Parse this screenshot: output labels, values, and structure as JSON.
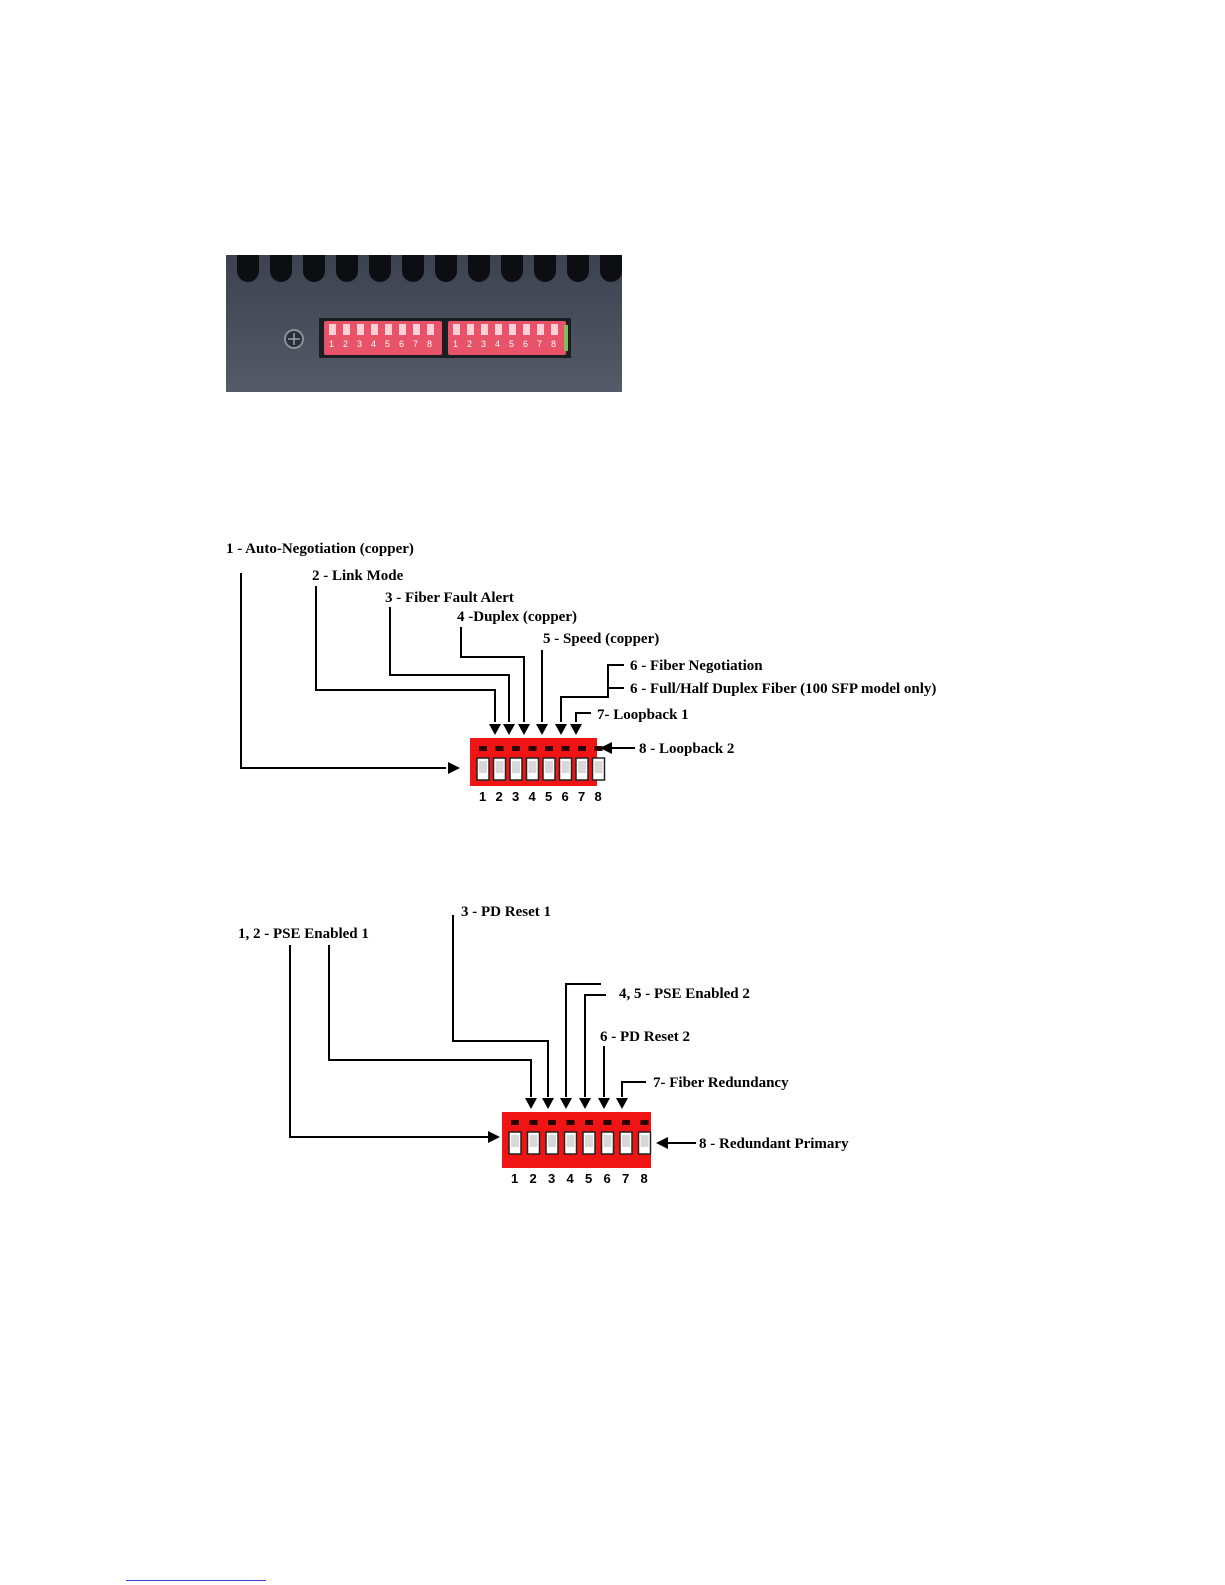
{
  "colors": {
    "switch_body": "#f01414",
    "photo_switch": "#e8536a",
    "panel": "#4a4f5e",
    "line": "#000000"
  },
  "photo": {
    "alt_icon": "screw-icon",
    "dip_bank_1_numbers": [
      "1",
      "2",
      "3",
      "4",
      "5",
      "6",
      "7",
      "8"
    ],
    "dip_bank_2_numbers": [
      "1",
      "2",
      "3",
      "4",
      "5",
      "6",
      "7",
      "8"
    ]
  },
  "diagram1": {
    "switch_numbers": [
      "1",
      "2",
      "3",
      "4",
      "5",
      "6",
      "7",
      "8"
    ],
    "labels": {
      "l1": "1 - Auto-Negotiation (copper)",
      "l2": "2 -  Link Mode",
      "l3": "3 - Fiber Fault Alert",
      "l4": "4 -Duplex (copper)",
      "l5": "5 -  Speed (copper)",
      "l6a": "6 - Fiber Negotiation",
      "l6b": "6 - Full/Half Duplex Fiber (100 SFP model only)",
      "l7": "7- Loopback 1",
      "l8": "8 - Loopback 2"
    }
  },
  "diagram2": {
    "switch_numbers": [
      "1",
      "2",
      "3",
      "4",
      "5",
      "6",
      "7",
      "8"
    ],
    "labels": {
      "l12": "1, 2 - PSE Enabled 1",
      "l3": "3 - PD Reset 1",
      "l45": "4, 5 -  PSE Enabled 2",
      "l6": "6 - PD Reset 2",
      "l7": "7- Fiber Redundancy",
      "l8": "8 - Redundant Primary"
    }
  }
}
